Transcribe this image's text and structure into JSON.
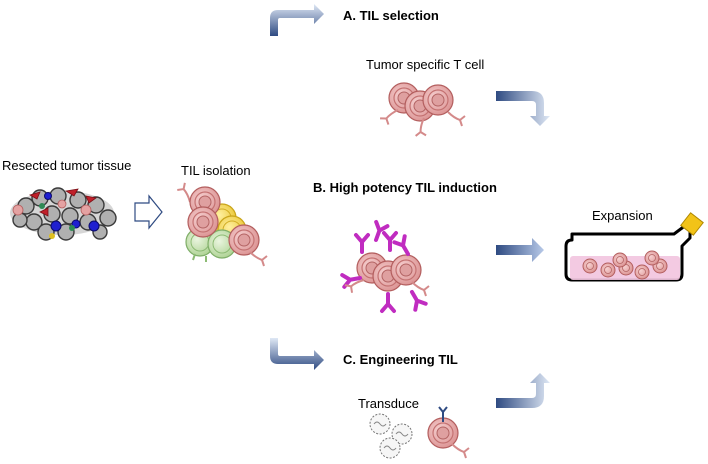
{
  "diagram": {
    "labels": {
      "resected": "Resected tumor tissue",
      "til_isolation": "TIL isolation",
      "selection_title": "A. TIL selection",
      "tumor_specific": "Tumor specific T cell",
      "potency_title": "B. High potency TIL induction",
      "expansion": "Expansion",
      "engineering_title": "C. Engineering TIL",
      "transduce": "Transduce"
    },
    "colors": {
      "arrow_light": "#dfe8f5",
      "arrow_dark": "#8ea9d6",
      "arrow_deep": "#2f4b82",
      "tcell": "#e4a2a2",
      "tcell_core": "#c46c6c",
      "antibody": "#c02cc0",
      "flask_cap": "#f2c318",
      "medium": "#f2c4df",
      "cell_yellow": "#f2d447",
      "cell_green": "#c6e0b0"
    }
  }
}
